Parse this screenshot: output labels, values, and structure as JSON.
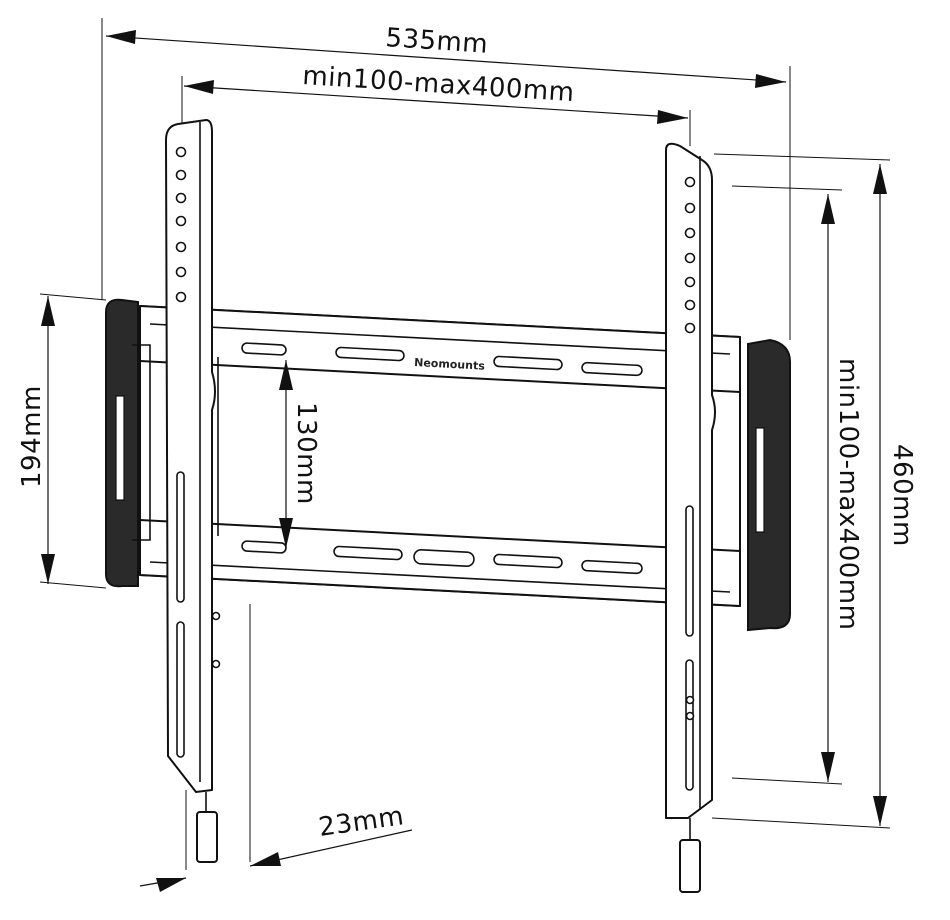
{
  "dimensions": {
    "overall_width": "535mm",
    "vesa_horizontal": "min100-max400mm",
    "vesa_vertical": "min100-max400mm",
    "overall_height": "460mm",
    "plate_height": "194mm",
    "rail_spacing": "130mm",
    "wall_distance": "23mm"
  },
  "brand": "Neomounts"
}
